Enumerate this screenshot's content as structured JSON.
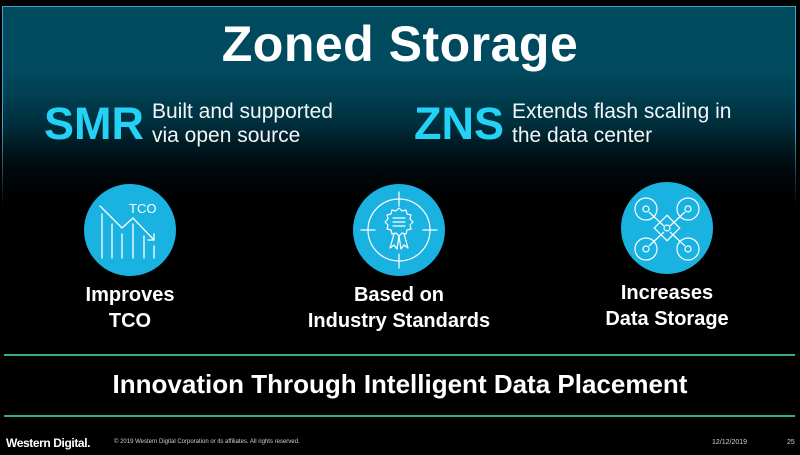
{
  "slide": {
    "title": "Zoned Storage",
    "features": [
      {
        "acronym": "SMR",
        "description_line1": "Built and supported",
        "description_line2": "via open source"
      },
      {
        "acronym": "ZNS",
        "description_line1": "Extends flash scaling in",
        "description_line2": "the data center"
      }
    ],
    "pillars": [
      {
        "icon": "tco-declining-chart-icon",
        "label_line1": "Improves",
        "label_line2": "TCO",
        "icon_text": "TCO"
      },
      {
        "icon": "certified-badge-target-icon",
        "label_line1": "Based on",
        "label_line2": "Industry Standards"
      },
      {
        "icon": "network-nodes-icon",
        "label_line1": "Increases",
        "label_line2": "Data Storage"
      }
    ],
    "tagline": "Innovation Through Intelligent Data Placement"
  },
  "footer": {
    "logo": "Western Digital.",
    "copyright": "© 2019 Western Digital Corporation or its affiliates. All rights reserved.",
    "date": "12/12/2019",
    "page_number": "25"
  },
  "colors": {
    "accent_cyan": "#24d2f5",
    "icon_circle": "#1ab3e1",
    "panel_teal": "#004a5e",
    "divider_green": "#3aa88f",
    "background": "#000000"
  }
}
